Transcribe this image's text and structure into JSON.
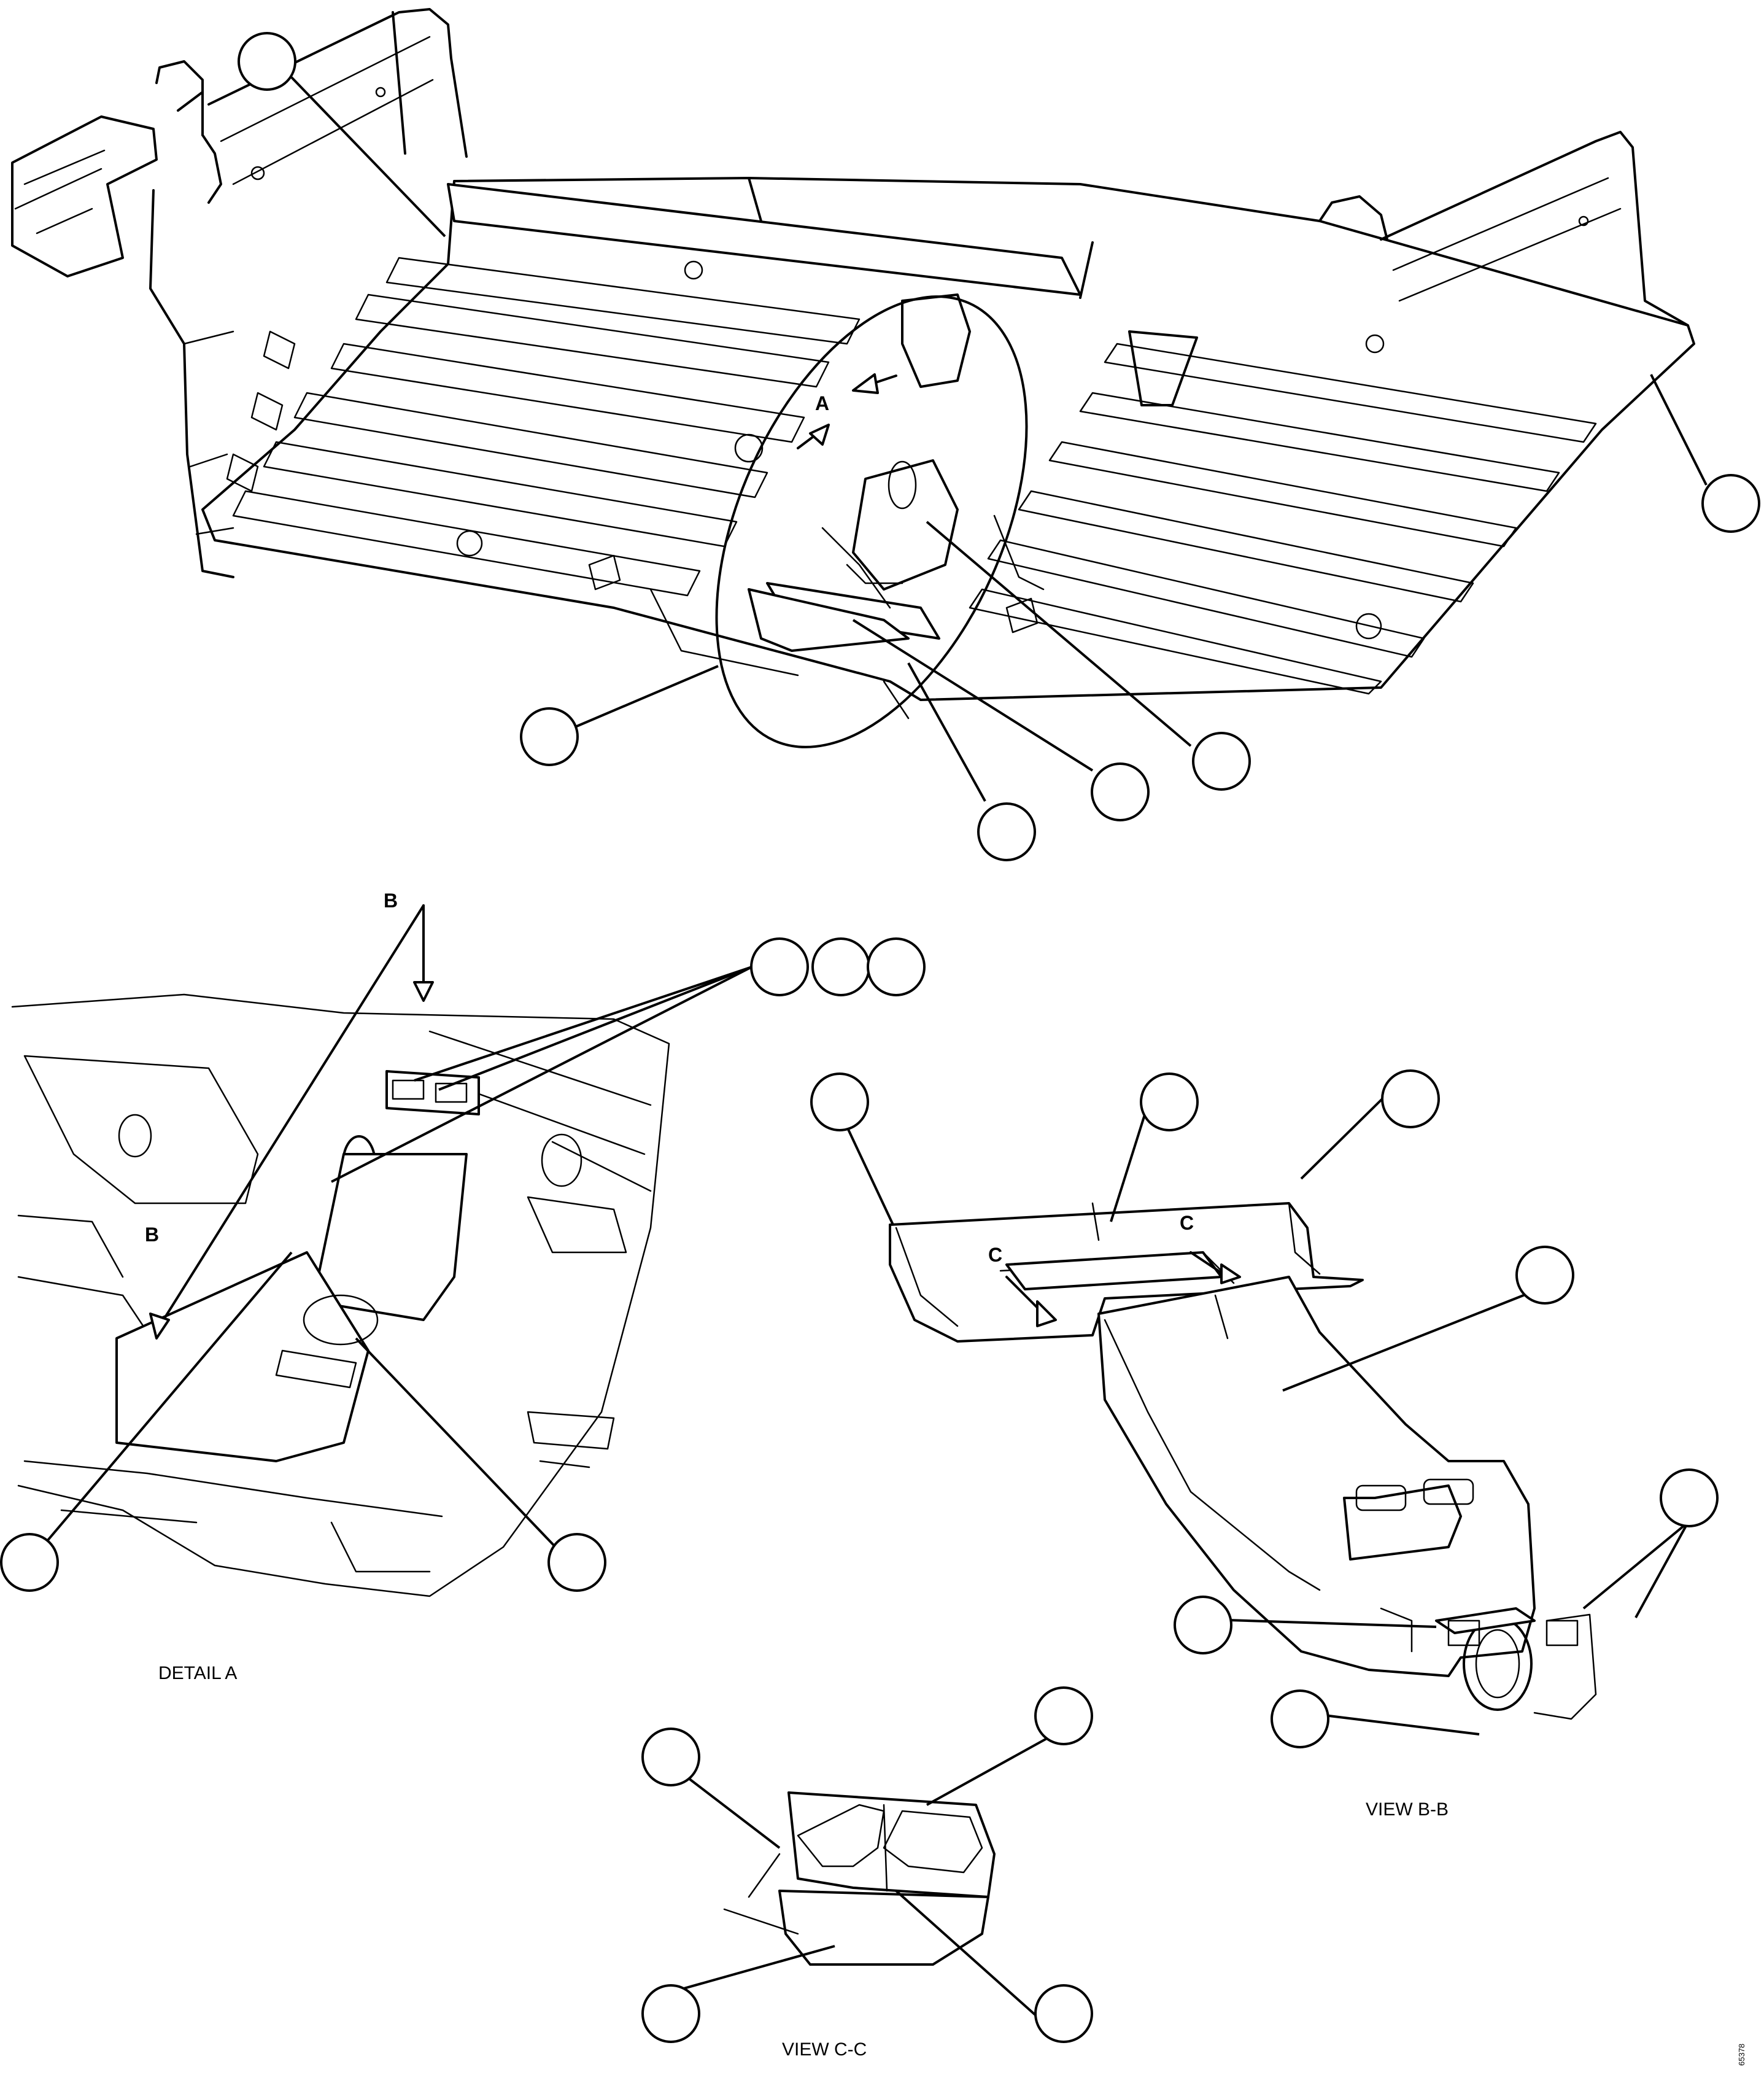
{
  "labels": {
    "detail_a": "DETAIL A",
    "view_bb": "VIEW B-B",
    "view_cc": "VIEW C-C",
    "ref_number": "65378"
  },
  "section_letters": {
    "a": "A",
    "b_top": "B",
    "b_side": "B",
    "c_left": "C",
    "c_right": "C"
  },
  "callout_bubbles": [
    {
      "id": "top-1",
      "text": ""
    },
    {
      "id": "top-2",
      "text": ""
    },
    {
      "id": "top-3",
      "text": ""
    },
    {
      "id": "top-4",
      "text": ""
    },
    {
      "id": "top-5",
      "text": ""
    },
    {
      "id": "top-6",
      "text": ""
    },
    {
      "id": "detail-1",
      "text": ""
    },
    {
      "id": "detail-2",
      "text": ""
    },
    {
      "id": "detail-3",
      "text": ""
    },
    {
      "id": "detail-4",
      "text": ""
    },
    {
      "id": "detail-5",
      "text": ""
    },
    {
      "id": "bb-1",
      "text": ""
    },
    {
      "id": "bb-2",
      "text": ""
    },
    {
      "id": "bb-3",
      "text": ""
    },
    {
      "id": "bb-4",
      "text": ""
    },
    {
      "id": "bb-5",
      "text": ""
    },
    {
      "id": "bb-6",
      "text": ""
    },
    {
      "id": "bb-7",
      "text": ""
    },
    {
      "id": "cc-1",
      "text": ""
    },
    {
      "id": "cc-2",
      "text": ""
    },
    {
      "id": "cc-3",
      "text": ""
    },
    {
      "id": "cc-4",
      "text": ""
    }
  ]
}
